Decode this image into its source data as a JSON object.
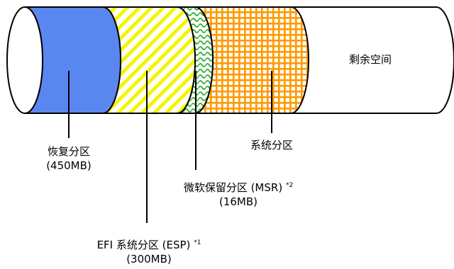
{
  "diagram": {
    "partitions": [
      {
        "key": "recovery",
        "name": "恢复分区",
        "size": "(450MB)",
        "note": "",
        "color": "#5a86f0"
      },
      {
        "key": "esp",
        "name": "EFI 系统分区 (ESP)",
        "size": "(300MB)",
        "note": "*1",
        "color": "#f5f500"
      },
      {
        "key": "msr",
        "name": "微软保留分区 (MSR)",
        "size": "(16MB)",
        "note": "*2",
        "color": "#33aa33"
      },
      {
        "key": "system",
        "name": "系统分区",
        "size": "",
        "note": "",
        "color": "#ff9900"
      }
    ],
    "free_space_label": "剩余空间"
  }
}
